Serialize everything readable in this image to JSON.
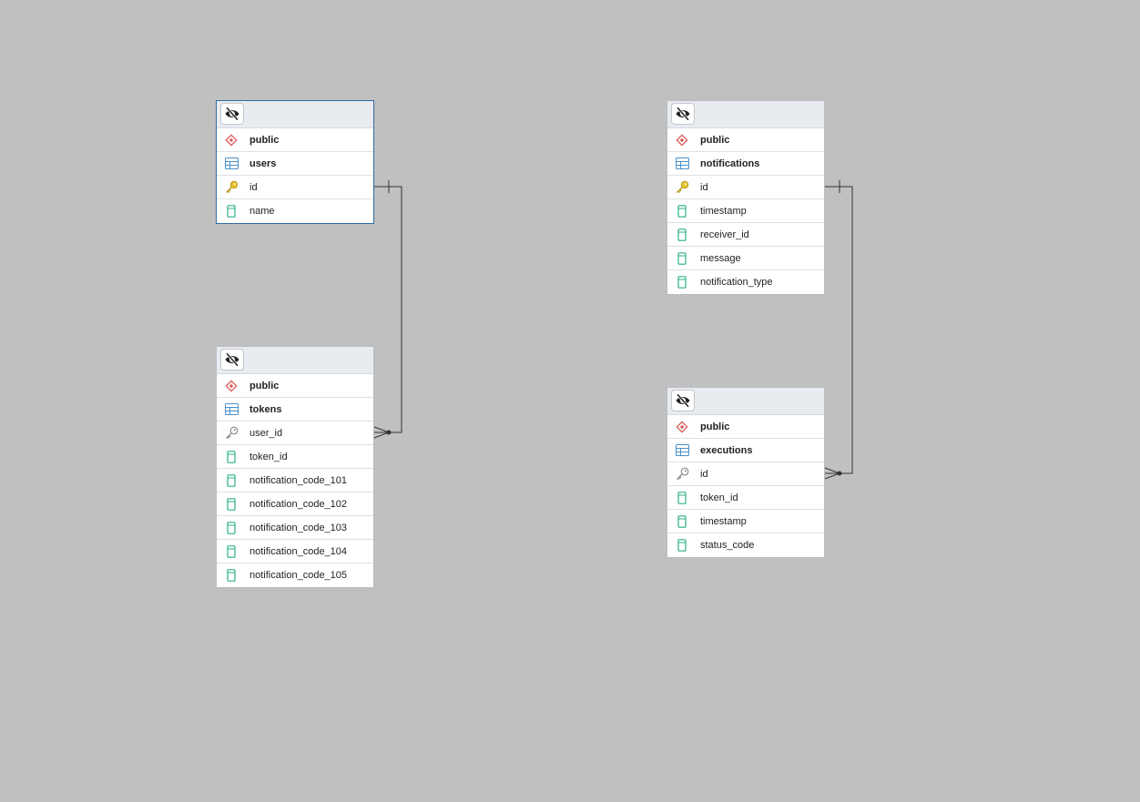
{
  "tables": [
    {
      "schema": "public",
      "name": "users",
      "selected": true,
      "columns": [
        {
          "name": "id",
          "icon": "primary-key-icon"
        },
        {
          "name": "name",
          "icon": "column-icon"
        }
      ]
    },
    {
      "schema": "public",
      "name": "tokens",
      "selected": false,
      "columns": [
        {
          "name": "user_id",
          "icon": "foreign-key-icon"
        },
        {
          "name": "token_id",
          "icon": "column-icon"
        },
        {
          "name": "notification_code_101",
          "icon": "column-icon"
        },
        {
          "name": "notification_code_102",
          "icon": "column-icon"
        },
        {
          "name": "notification_code_103",
          "icon": "column-icon"
        },
        {
          "name": "notification_code_104",
          "icon": "column-icon"
        },
        {
          "name": "notification_code_105",
          "icon": "column-icon"
        }
      ]
    },
    {
      "schema": "public",
      "name": "notifications",
      "selected": false,
      "columns": [
        {
          "name": "id",
          "icon": "primary-key-icon"
        },
        {
          "name": "timestamp",
          "icon": "column-icon"
        },
        {
          "name": "receiver_id",
          "icon": "column-icon"
        },
        {
          "name": "message",
          "icon": "column-icon"
        },
        {
          "name": "notification_type",
          "icon": "column-icon"
        }
      ]
    },
    {
      "schema": "public",
      "name": "executions",
      "selected": false,
      "columns": [
        {
          "name": "id",
          "icon": "foreign-key-icon"
        },
        {
          "name": "token_id",
          "icon": "column-icon"
        },
        {
          "name": "timestamp",
          "icon": "column-icon"
        },
        {
          "name": "status_code",
          "icon": "column-icon"
        }
      ]
    }
  ],
  "relationships": [
    {
      "from_table": "users",
      "from_column": "id",
      "from_cardinality": "one",
      "to_table": "tokens",
      "to_column": "user_id",
      "to_cardinality": "many"
    },
    {
      "from_table": "notifications",
      "from_column": "id",
      "from_cardinality": "one",
      "to_table": "executions",
      "to_column": "id",
      "to_cardinality": "many"
    }
  ],
  "colors": {
    "canvas_background": "#c0c0c0",
    "header_background": "#e8ebf0",
    "selected_border": "#2e6da4",
    "schema_icon": "#d9534f",
    "table_icon": "#4a90c8",
    "primary_key_icon": "#e6c229",
    "foreign_key_icon": "#8a8a8a",
    "column_icon": "#2bb08a",
    "link_line": "#333333"
  }
}
